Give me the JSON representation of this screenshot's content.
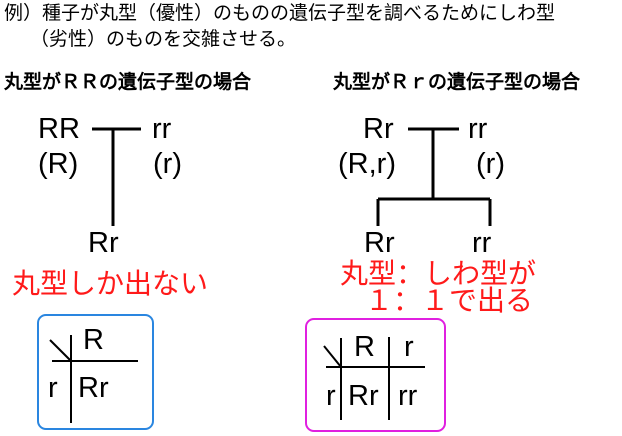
{
  "intro": {
    "line1": "例）種子が丸型（優性）のものの遺伝子型を調べるためにしわ型",
    "line2": "（劣性）のものを交雑させる。"
  },
  "left": {
    "heading": "丸型がＲＲの遺伝子型の場合",
    "parent1": "RR",
    "parent2": "rr",
    "gamete1": "(R)",
    "gamete2": "(r)",
    "offspring": "Rr",
    "result": "丸型しか出ない",
    "table": {
      "col": "R",
      "row": "r",
      "cell": "Rr"
    },
    "box_color": "#2a86e0"
  },
  "right": {
    "heading": "丸型がＲｒの遺伝子型の場合",
    "parent1": "Rr",
    "parent2": "rr",
    "gamete1": "(R,r)",
    "gamete2": "(r)",
    "offspring1": "Rr",
    "offspring2": "rr",
    "result_line1": "丸型：しわ型が",
    "result_line2": "１：１で出る",
    "table": {
      "col1": "R",
      "col2": "r",
      "row": "r",
      "cell1": "Rr",
      "cell2": "rr"
    },
    "box_color": "#e020e0"
  },
  "colors": {
    "result": "#ff1a1a"
  }
}
